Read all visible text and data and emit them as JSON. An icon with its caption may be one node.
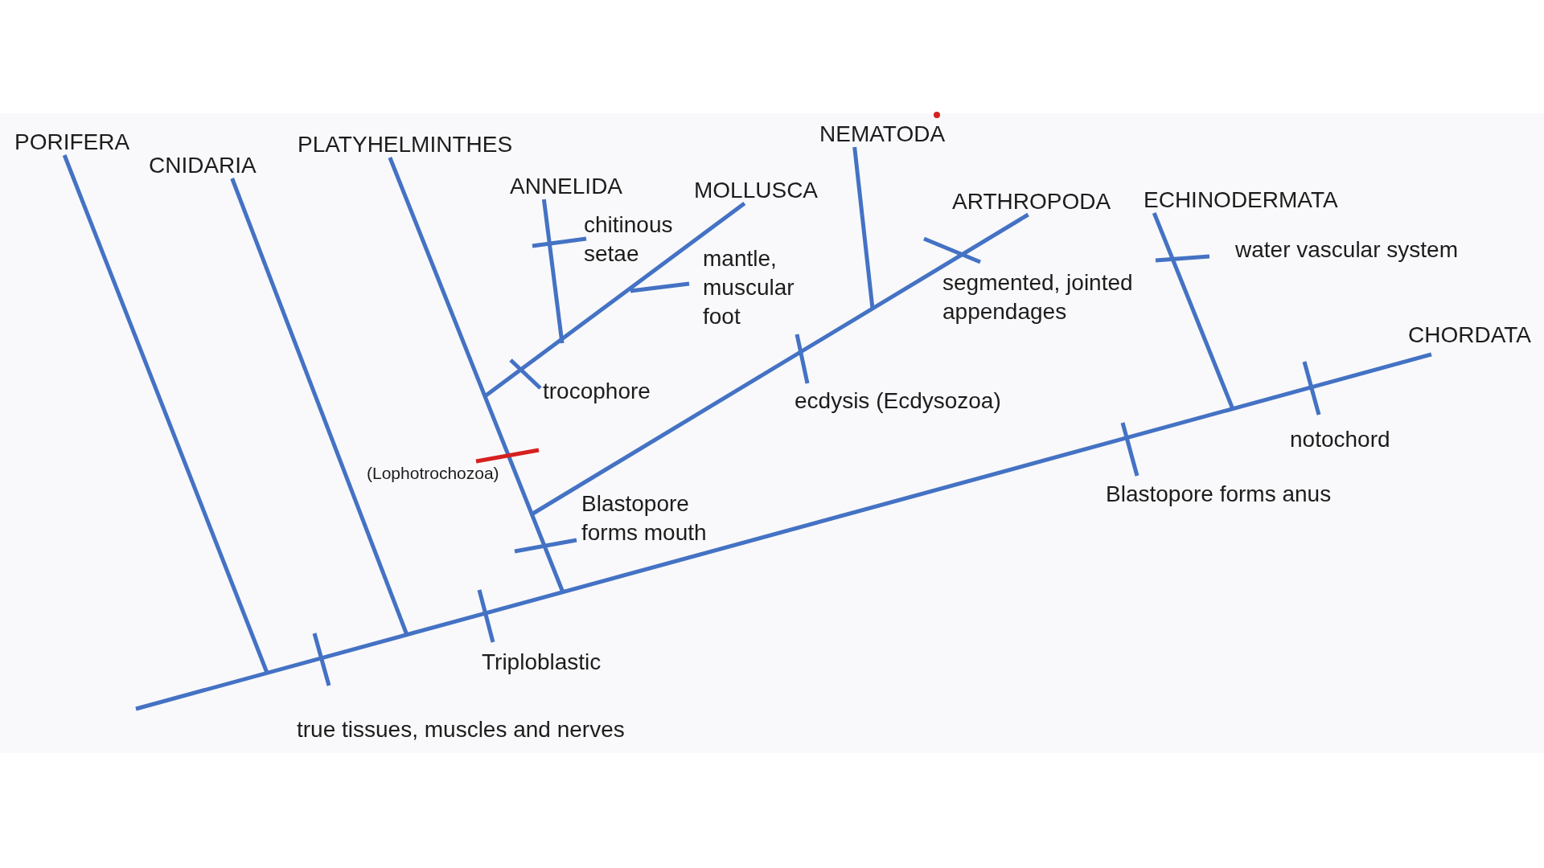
{
  "diagram": {
    "nodes": [
      {
        "text": [
          "PORIFERA"
        ]
      },
      {
        "text": [
          "CNIDARIA"
        ]
      },
      {
        "text": [
          "PLATYHELMINTHES"
        ]
      },
      {
        "text": [
          "ANNELIDA"
        ]
      },
      {
        "text": [
          "MOLLUSCA"
        ]
      },
      {
        "text": [
          "NEMATODA"
        ]
      },
      {
        "text": [
          "ARTHROPODA"
        ]
      },
      {
        "text": [
          "ECHINODERMATA"
        ]
      },
      {
        "text": [
          "CHORDATA"
        ]
      }
    ],
    "edges": [
      {
        "from": null,
        "to": 0,
        "arrow": "none"
      },
      {
        "from": null,
        "to": 1,
        "arrow": "none"
      },
      {
        "from": null,
        "to": 2,
        "arrow": "none"
      },
      {
        "from": null,
        "to": 3,
        "arrow": "none"
      },
      {
        "from": null,
        "to": 4,
        "arrow": "none"
      },
      {
        "from": null,
        "to": 5,
        "arrow": "none"
      },
      {
        "from": null,
        "to": 6,
        "arrow": "none"
      },
      {
        "from": null,
        "to": 7,
        "arrow": "none"
      },
      {
        "from": null,
        "to": 8,
        "arrow": "none"
      }
    ],
    "labels": [
      "chitinous setae",
      "water vascular system",
      "mantle, muscular foot",
      "segmented, jointed appendages",
      "trocophore",
      "ecdysis (Ecdysozoa)",
      "notochord",
      "(Lophotrochozoa)",
      "Blastopore forms anus",
      "Blastopore forms mouth",
      "Triploblastic",
      "true tissues, muscles and nerves"
    ]
  }
}
